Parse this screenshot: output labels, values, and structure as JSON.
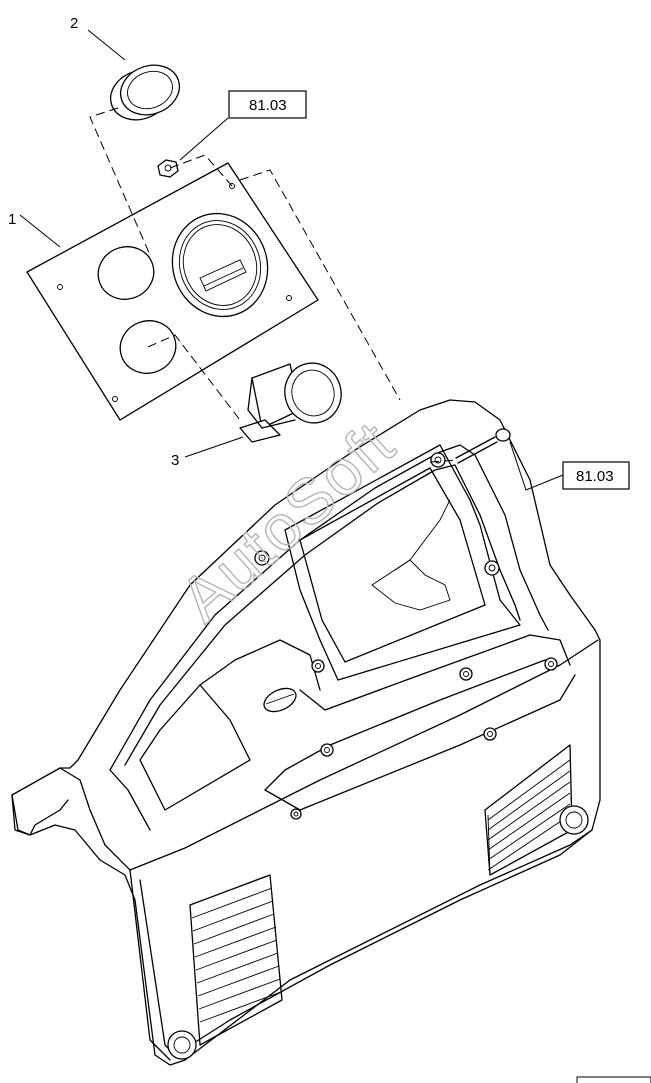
{
  "callouts": [
    {
      "label": "1"
    },
    {
      "label": "2"
    },
    {
      "label": "3"
    }
  ],
  "references": [
    {
      "label": "81.03"
    },
    {
      "label": "81.03"
    }
  ],
  "watermark": "AutoSoft",
  "corner_code": "",
  "icons": [
    "cover-plate",
    "cap",
    "socket-connector",
    "nut",
    "screw",
    "control-panel-housing"
  ]
}
